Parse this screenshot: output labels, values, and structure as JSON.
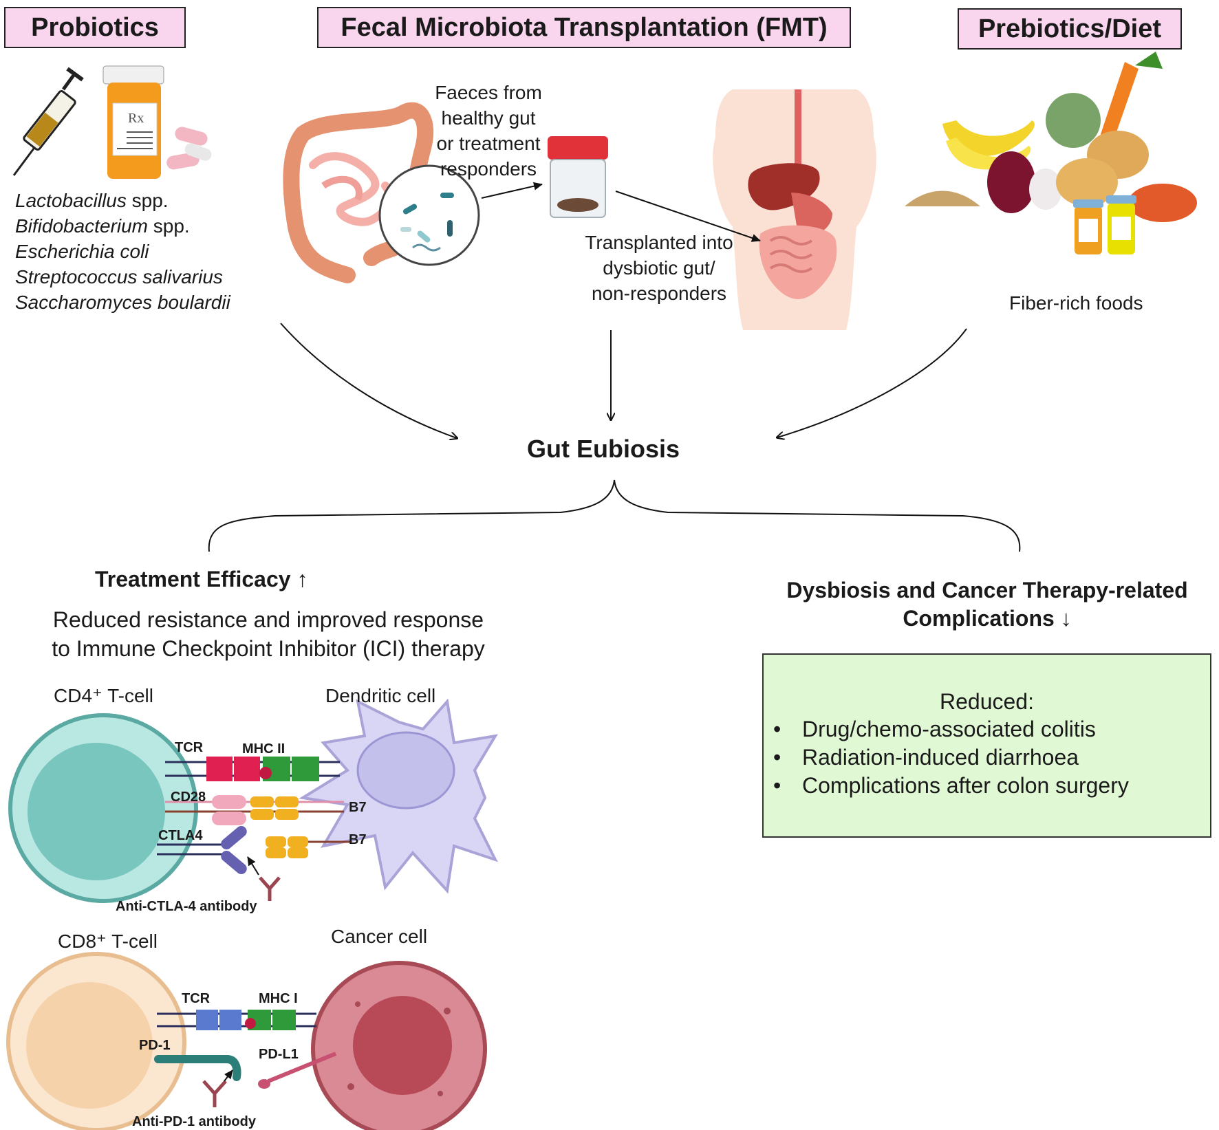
{
  "headers": {
    "probiotics": "Probiotics",
    "fmt": "Fecal Microbiota Transplantation (FMT)",
    "prebiotics": "Prebiotics/Diet"
  },
  "probiotic_species": [
    {
      "genus": "Lactobacillus",
      "suffix": " spp."
    },
    {
      "genus": "Bifidobacterium",
      "suffix": " spp."
    },
    {
      "genus": "Escherichia coli",
      "suffix": ""
    },
    {
      "genus": "Streptococcus salivarius",
      "suffix": ""
    },
    {
      "genus": "Saccharomyces boulardii",
      "suffix": ""
    }
  ],
  "fmt": {
    "faeces_lines": [
      "Faeces from",
      "healthy gut",
      "or treatment",
      "responders"
    ],
    "transplant_lines": [
      "Transplanted into",
      "dysbiotic gut/",
      "non-responders"
    ]
  },
  "prebiotics": {
    "caption": "Fiber-rich foods"
  },
  "center": {
    "title": "Gut Eubiosis"
  },
  "efficacy": {
    "title": "Treatment Efficacy ↑",
    "desc_lines": [
      "Reduced resistance and improved response",
      "to Immune Checkpoint Inhibitor (ICI) therapy"
    ]
  },
  "cells": {
    "cd4_label": "CD4⁺ T-cell",
    "dendritic_label": "Dendritic cell",
    "cd8_label": "CD8⁺ T-cell",
    "cancer_label": "Cancer cell",
    "tcr1": "TCR",
    "mhc2": "MHC II",
    "cd28": "CD28",
    "b7a": "B7",
    "ctla4": "CTLA4",
    "b7b": "B7",
    "anti_ctla4": "Anti-CTLA-4 antibody",
    "tcr2": "TCR",
    "mhc1": "MHC I",
    "pd1": "PD-1",
    "pdl1": "PD-L1",
    "anti_pd1": "Anti-PD-1 antibody"
  },
  "dysbiosis": {
    "title_lines": [
      "Dysbiosis and Cancer Therapy-related",
      "Complications ↓"
    ],
    "reduced_label": "Reduced:",
    "items": [
      "Drug/chemo-associated colitis",
      "Radiation-induced diarrhoea",
      "Complications after colon surgery"
    ]
  },
  "colors": {
    "header_fill": "#f9d6ee",
    "box_fill": "#e0f8d4",
    "cd4_cell": "#8fd3cc",
    "dendritic_cell": "#d4d2f2",
    "cd8_cell": "#f8d8b4",
    "cancer_cell": "#b84f5a"
  }
}
